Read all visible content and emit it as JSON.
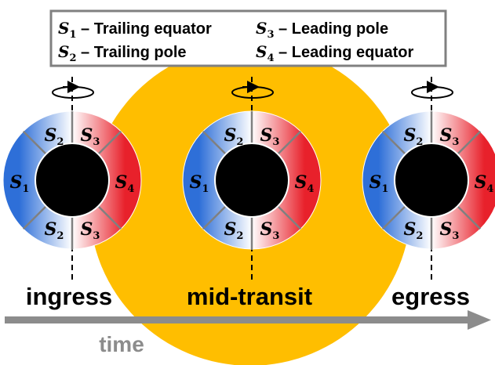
{
  "legend": {
    "s1": {
      "sym": "S",
      "sub": "1",
      "text": " – Trailing equator"
    },
    "s2": {
      "sym": "S",
      "sub": "2",
      "text": " – Trailing pole"
    },
    "s3": {
      "sym": "S",
      "sub": "3",
      "text": " – Leading pole"
    },
    "s4": {
      "sym": "S",
      "sub": "4",
      "text": " – Leading equator"
    }
  },
  "segment_labels": {
    "sym": "S",
    "s1": "1",
    "s2": "2",
    "s3": "3",
    "s4": "4"
  },
  "phases": [
    "ingress",
    "mid-transit",
    "egress"
  ],
  "axis_label": "time",
  "colors": {
    "star": "#FFBE00",
    "trailing_blue": "#2E6FD8",
    "leading_red": "#E8212B",
    "planet": "#000000",
    "arrow": "#8C8C8C",
    "legend_border": "#808080"
  }
}
